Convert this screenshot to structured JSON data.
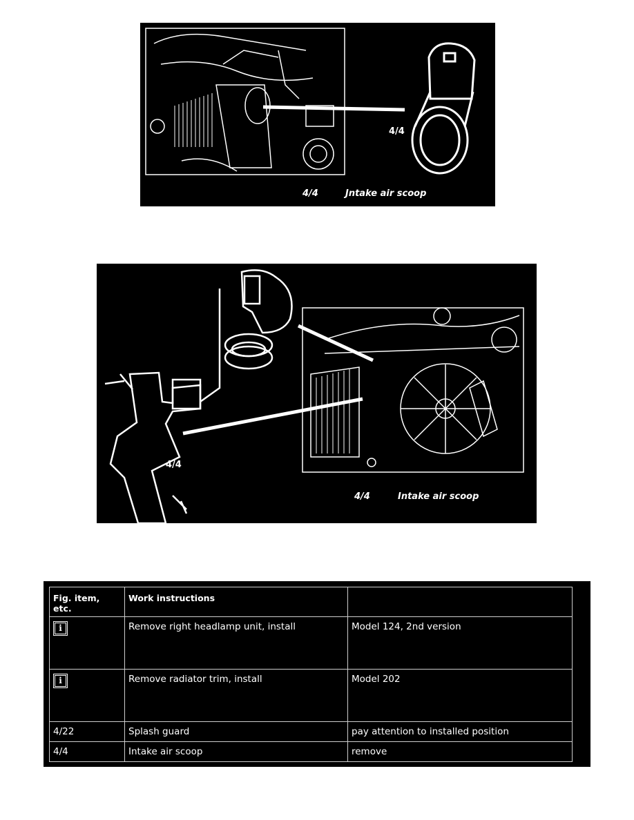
{
  "figure_top": {
    "callout": "4/4",
    "legend": {
      "item": "4/4",
      "description": "Jntake air scoop"
    }
  },
  "figure_bottom": {
    "callout": "4/4",
    "legend": {
      "item": "4/4",
      "description": "Intake air scoop"
    }
  },
  "table": {
    "headers": [
      "Fig. item, etc.",
      "Work instructions",
      ""
    ],
    "rows": [
      {
        "item": "",
        "item_icon": "info-icon",
        "instruction": "Remove right headlamp unit, install",
        "note": "Model 124, 2nd version"
      },
      {
        "item": "",
        "item_icon": "info-icon",
        "instruction": "Remove radiator trim, install",
        "note": "Model 202"
      },
      {
        "item": "4/22",
        "instruction": "Splash guard",
        "note": "pay attention to installed position"
      },
      {
        "item": "4/4",
        "instruction": "Intake air scoop",
        "note": "remove"
      }
    ],
    "icon_glyph": "i"
  }
}
